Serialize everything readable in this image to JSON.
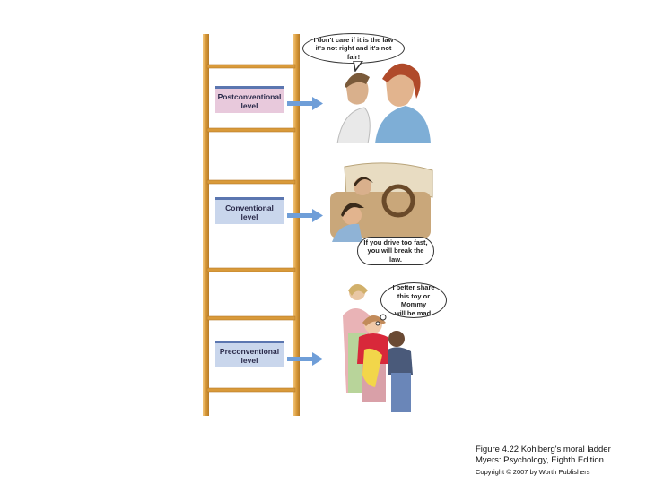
{
  "levels": [
    {
      "label": "Postconventional\nlevel",
      "color": "#e8c9dc"
    },
    {
      "label": "Conventional\nlevel",
      "color": "#c9d6ec"
    },
    {
      "label": "Preconventional\nlevel",
      "color": "#c9d6ec"
    }
  ],
  "bubbles": {
    "post": "I don't care if it is the law\nit's not right and it's not fair!",
    "conv": "If you drive too fast,\nyou will break the law.",
    "pre": "I better share\nthis toy or Mommy\nwill be mad."
  },
  "caption": {
    "line1": "Figure 4.22 Kohlberg's moral ladder",
    "line2": "Myers: Psychology, Eighth Edition",
    "copyright": "Copyright © 2007 by Worth Publishers"
  },
  "colors": {
    "ladder_wood": "#d99a3a",
    "arrow": "#6f9ed8"
  }
}
